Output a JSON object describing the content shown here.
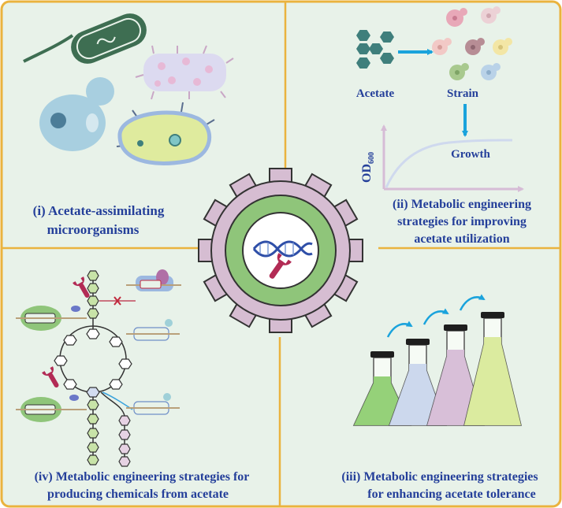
{
  "panels": {
    "i": {
      "caption_lines": [
        "(i) Acetate-assimilating",
        "microorganisms"
      ]
    },
    "ii": {
      "acetate_label": "Acetate",
      "strain_label": "Strain",
      "growth_label": "Growth",
      "yaxis_label": "OD",
      "yaxis_subscript": "600",
      "caption_lines": [
        "(ii) Metabolic engineering",
        "strategies for improving",
        "acetate utilization"
      ]
    },
    "iii": {
      "caption_lines": [
        "(iii) Metabolic engineering strategies",
        "for enhancing acetate tolerance"
      ]
    },
    "iv": {
      "caption_lines": [
        "(iv) Metabolic engineering strategies for",
        "producing chemicals from acetate"
      ]
    }
  },
  "colors": {
    "background": "#e8f2e9",
    "border": "#eab33e",
    "caption": "#243f9a",
    "gear_outer": "#d6bdd2",
    "gear_ring": "#8fc57a",
    "arrow": "#1aa3dc",
    "wrench": "#b22b55",
    "dna": "#2f4fa8",
    "hexagon_teal": "#3f7f7c",
    "flask_green": "#8fcf72",
    "flask_blue": "#c9d6ec",
    "flask_purple": "#d6bcd6",
    "flask_yellow": "#d9ea9a"
  },
  "icons": [
    "bacterium-icon",
    "yeast-cell-icon",
    "gear-icon",
    "dna-icon",
    "wrench-icon",
    "flask-icon",
    "arrow-icon",
    "hexagon-icon",
    "gene-circuit-icon"
  ]
}
